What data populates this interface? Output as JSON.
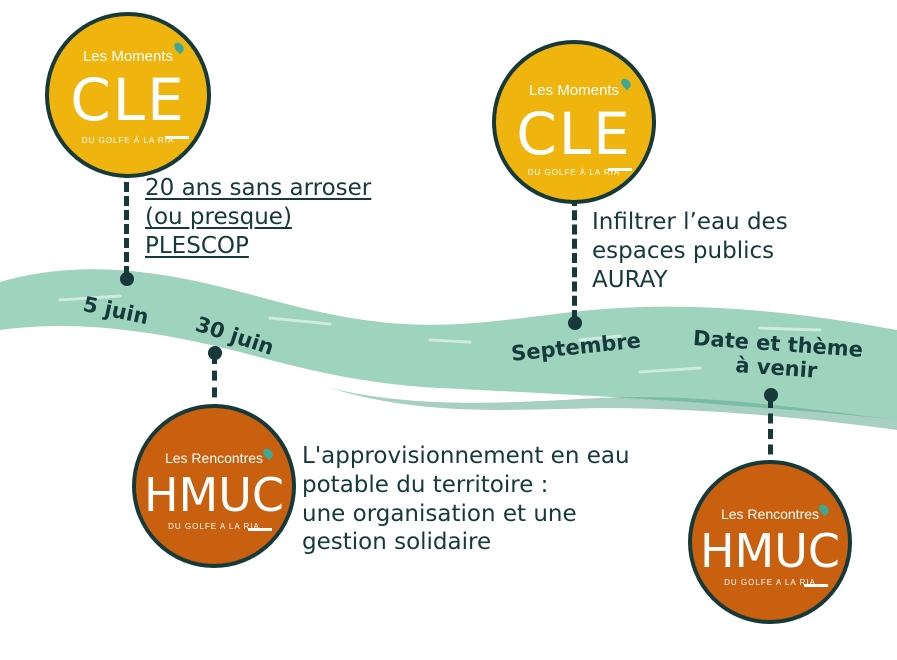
{
  "colors": {
    "river": "#9ed4bd",
    "river_dark": "#5fa78f",
    "ink": "#16393a",
    "cle": "#f0b40f",
    "hmuc": "#c8600f",
    "drop": "#3aaa96"
  },
  "logos": {
    "cle": {
      "prefix": "Les Moments",
      "name": "CLE",
      "tagline": "DU GOLFE À LA RIA"
    },
    "hmuc": {
      "prefix": "Les Rencontres",
      "name": "HMUC",
      "tagline": "DU GOLFE A LA RIA"
    }
  },
  "timeline": [
    {
      "date": "5 juin",
      "event": [
        "20 ans sans arroser",
        "(ou presque)",
        "PLESCOP"
      ],
      "linked": true,
      "logo": "cle"
    },
    {
      "date": "30 juin",
      "event": [
        "L'approvisionnement en eau",
        "potable du territoire :",
        "une organisation et une",
        "gestion solidaire"
      ],
      "linked": false,
      "logo": "hmuc"
    },
    {
      "date": "Septembre",
      "event": [
        "Infiltrer l’eau des",
        "espaces publics",
        "AURAY"
      ],
      "linked": false,
      "logo": "cle"
    },
    {
      "date": "Date et thème\nà venir",
      "event": [],
      "linked": false,
      "logo": "hmuc"
    }
  ]
}
